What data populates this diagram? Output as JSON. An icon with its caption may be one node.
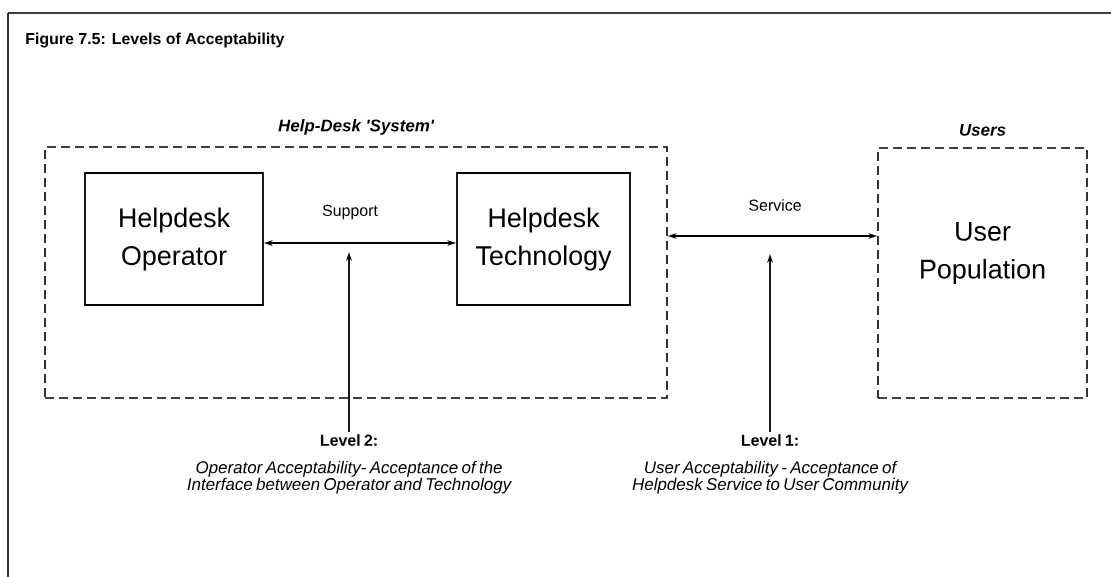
{
  "diagram": {
    "title": "Figure 7.5: Levels of Acceptability",
    "nodes": [
      {
        "text": [
          "Help-Desk 'System'"
        ]
      },
      {
        "text": [
          "Helpdesk Operator"
        ],
        "in": 0
      },
      {
        "text": [
          "Helpdesk Technology"
        ],
        "in": 0
      },
      {
        "text": [
          "Users",
          "User Population"
        ]
      },
      {
        "text": [
          "Level 2:",
          "Operator Acceptability- Acceptance of the Interface between Operator and Technology"
        ]
      },
      {
        "text": [
          "Level 1:",
          "User Acceptability - Acceptance of Helpdesk Service to User Community"
        ]
      }
    ],
    "edges": [
      {
        "from": 1,
        "to": 2,
        "arrow": "both",
        "label": "Support"
      },
      {
        "from": 0,
        "to": 3,
        "arrow": "both",
        "label": "Service"
      },
      {
        "from": 4,
        "to": null,
        "arrow": "to"
      },
      {
        "from": 5,
        "to": null,
        "arrow": "to"
      }
    ]
  }
}
